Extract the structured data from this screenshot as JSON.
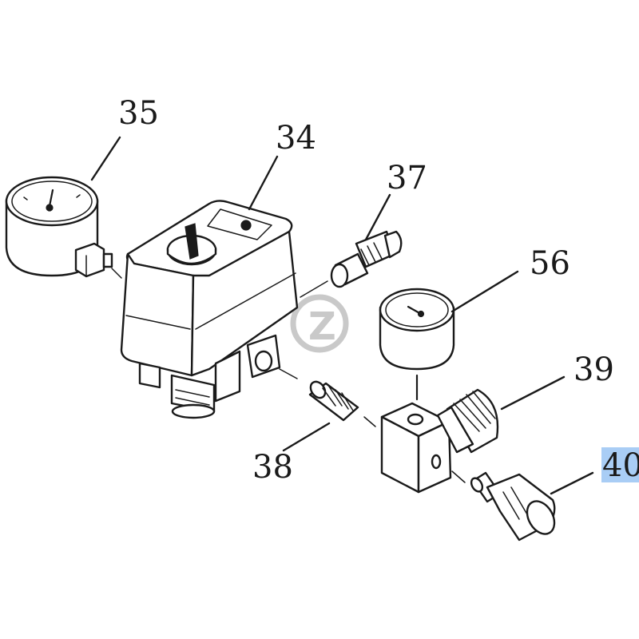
{
  "parts": {
    "p35": "35",
    "p34": "34",
    "p37": "37",
    "p56": "56",
    "p39": "39",
    "p38": "38",
    "p40": "40"
  },
  "colors": {
    "line": "#1a1a1a",
    "highlight": "#a9cdf5",
    "watermark": "#c9c9c9"
  },
  "highlighted_part": "40",
  "watermark_letter": "Z"
}
